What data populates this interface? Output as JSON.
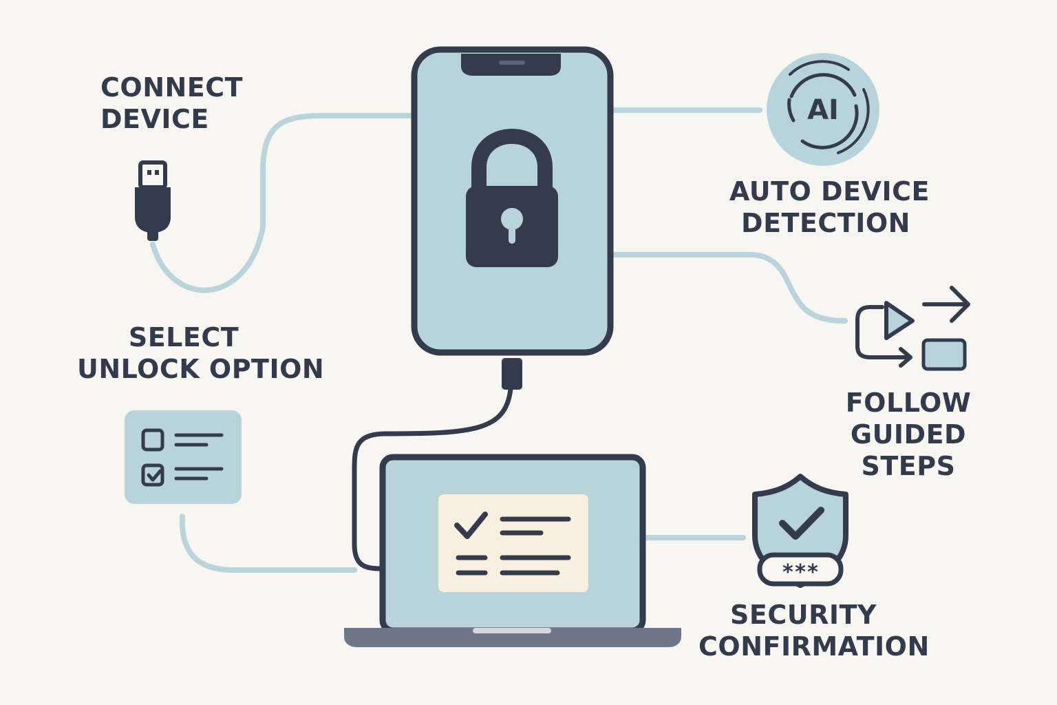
{
  "colors": {
    "background": "#f8f6f0",
    "ink": "#343b4d",
    "screen": "#b8d4db",
    "connector": "#b9d4db",
    "panel": "#f7f0de",
    "laptop_base": "#6f7687"
  },
  "labels": {
    "connect_device": [
      "CONNECT",
      "DEVICE"
    ],
    "select_unlock_option": [
      "SELECT",
      "UNLOCK OPTION"
    ],
    "auto_device_detection": [
      "AUTO DEVICE",
      "DETECTION"
    ],
    "follow_guided_steps": [
      "FOLLOW",
      "GUIDED",
      "STEPS"
    ],
    "security_confirmation": [
      "SECURITY",
      "CONFIRMATION"
    ]
  },
  "badges": {
    "ai": "AI",
    "password_mask": "***"
  },
  "icons": {
    "phone": "smartphone-icon",
    "lock": "padlock-icon",
    "usb": "usb-plug-icon",
    "checklist": "checklist-icon",
    "laptop": "laptop-icon",
    "ai": "ai-circle-icon",
    "steps": "guided-steps-icon",
    "shield": "shield-check-icon"
  }
}
